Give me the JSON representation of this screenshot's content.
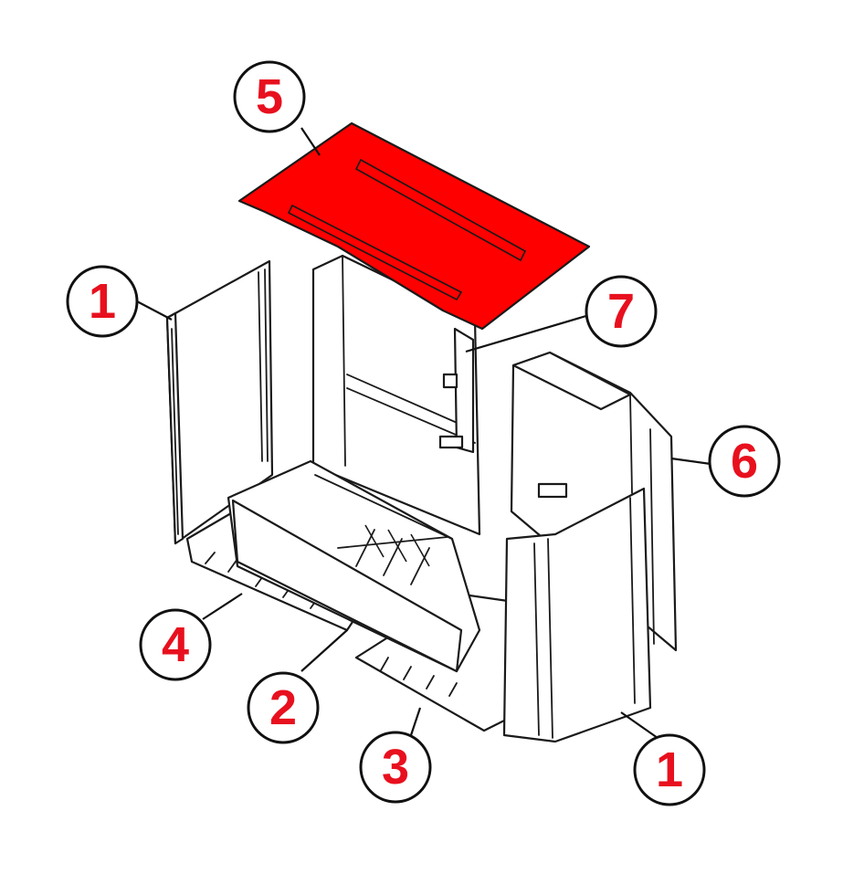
{
  "colors": {
    "highlight": "#ff0000",
    "callout_text": "#e8101e",
    "line": "#1a1a1a",
    "background": "#ffffff"
  },
  "callouts": [
    {
      "id": "c5",
      "label": "5"
    },
    {
      "id": "c1a",
      "label": "1"
    },
    {
      "id": "c7",
      "label": "7"
    },
    {
      "id": "c6",
      "label": "6"
    },
    {
      "id": "c4",
      "label": "4"
    },
    {
      "id": "c2",
      "label": "2"
    },
    {
      "id": "c3",
      "label": "3"
    },
    {
      "id": "c1b",
      "label": "1"
    }
  ]
}
